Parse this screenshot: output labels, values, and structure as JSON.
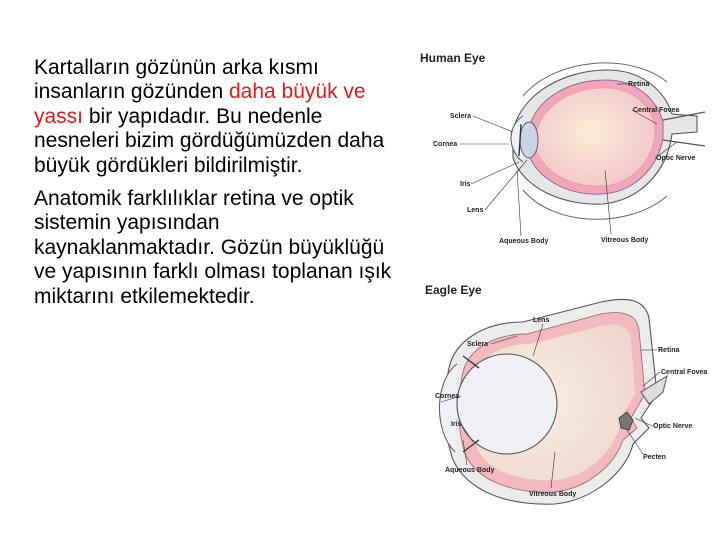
{
  "text": {
    "p1_before": "Kartalların gözünün arka kısmı insanların gözünden ",
    "p1_highlight": "daha büyük ve yassı",
    "p1_after": " bir yapıdadır. Bu nedenle nesneleri bizim gördüğümüzden daha büyük gördükleri bildirilmiştir.",
    "p2": "Anatomik farklılıklar retina ve optik sistemin yapısından kaynaklanmaktadır. Gözün büyüklüğü ve yapısının farklı olması toplanan ışık miktarını etkilemektedir."
  },
  "colors": {
    "highlight": "#e0191b"
  },
  "human_eye": {
    "title": "Human Eye",
    "labels": {
      "retina": "Retina",
      "sclera": "Sclera",
      "central_fovea": "Central Fovea",
      "cornea": "Cornea",
      "optic_nerve": "Optic Nerve",
      "iris": "Iris",
      "lens": "Lens",
      "aqueous_body": "Aqueous Body",
      "vitreous_body": "Vitreous Body"
    }
  },
  "eagle_eye": {
    "title": "Eagle Eye",
    "labels": {
      "lens": "Lens",
      "sclera": "Sclera",
      "retina": "Retina",
      "central_fovea": "Central Fovea",
      "cornea": "Cornea",
      "iris": "Iris",
      "optic_nerve": "Optic Nerve",
      "pecten": "Pecten",
      "aqueous_body": "Aqueous Body",
      "vitreous_body": "Vitreous Body"
    }
  }
}
